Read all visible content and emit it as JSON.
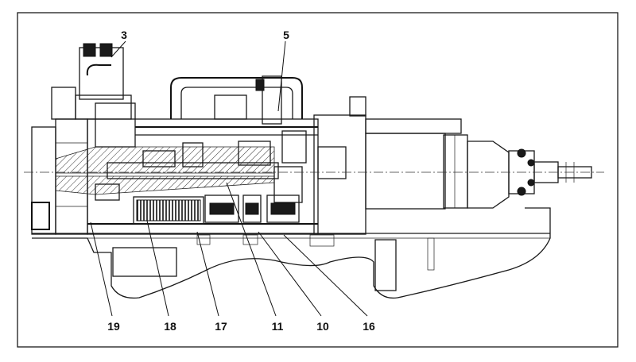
{
  "labels": {
    "l3": "3",
    "l5": "5",
    "l19": "19",
    "l18": "18",
    "l17": "17",
    "l11": "11",
    "l10": "10",
    "l16": "16"
  },
  "colors": {
    "ink": "#1a1a1a",
    "paper": "#ffffff"
  }
}
